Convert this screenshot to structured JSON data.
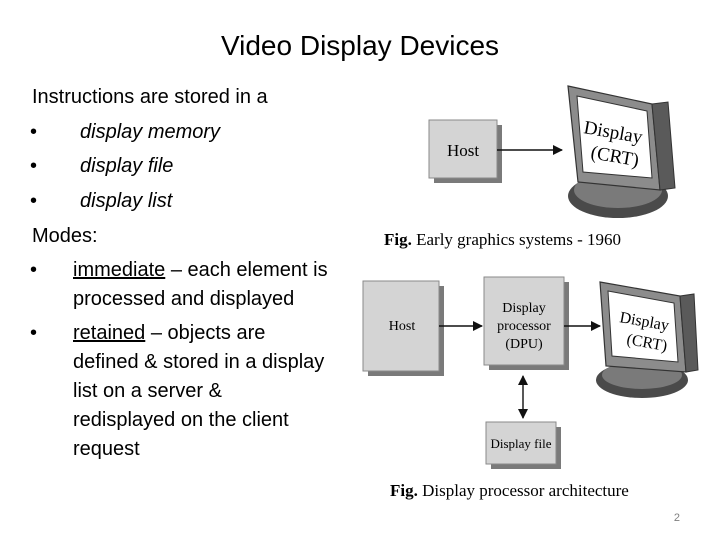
{
  "slide": {
    "title": "Video Display Devices",
    "intro": "Instructions are stored in a",
    "storage_bullets": [
      "display memory",
      "display file",
      "display list"
    ],
    "modes_heading": "Modes:",
    "modes": [
      {
        "term": "immediate",
        "rest": " – each element is",
        "lines": [
          "processed and displayed"
        ]
      },
      {
        "term": "retained",
        "rest": " – objects are",
        "lines": [
          "defined & stored in a display",
          "list on a server &",
          "redisplayed on the client",
          "request"
        ]
      }
    ],
    "bullet": "•",
    "page_number": "2"
  },
  "fig1": {
    "host_label": "Host",
    "monitor_line1": "Display",
    "monitor_line2": "(CRT)",
    "caption_bold": "Fig.",
    "caption_rest": " Early graphics systems - 1960"
  },
  "fig2": {
    "host_label": "Host",
    "dpu_line1": "Display",
    "dpu_line2": "processor",
    "dpu_line3": "(DPU)",
    "file_label": "Display file",
    "monitor_line1": "Display",
    "monitor_line2": "(CRT)",
    "caption_bold": "Fig.",
    "caption_rest": " Display processor architecture"
  }
}
